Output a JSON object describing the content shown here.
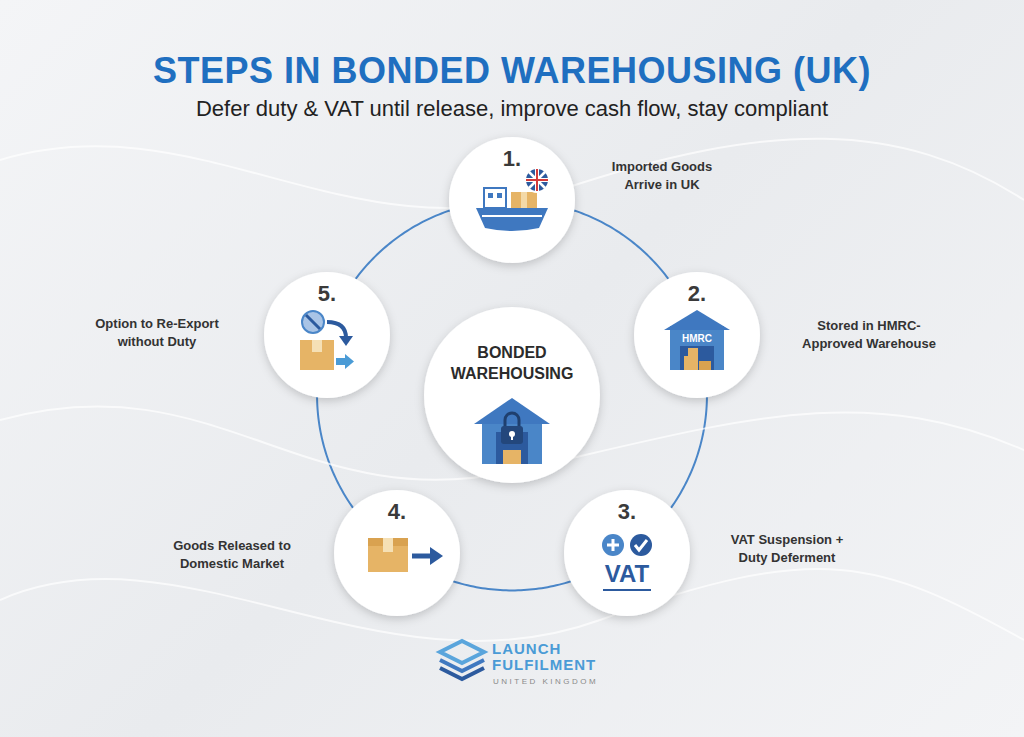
{
  "diagram": {
    "title": "STEPS IN BONDED WAREHOUSING (UK)",
    "nodes": [
      {
        "text": [
          "1.",
          "Imported Goods Arrive in UK"
        ]
      },
      {
        "text": [
          "2.",
          "Stored in HMRC- Approved Warehouse"
        ]
      },
      {
        "text": [
          "3.",
          "VAT Suspension + Duty Deferment"
        ]
      },
      {
        "text": [
          "4.",
          "Goods Released to Domestic Market"
        ]
      },
      {
        "text": [
          "5.",
          "Option to Re-Export without Duty"
        ]
      },
      {
        "text": [
          "BONDED WAREHOUSING"
        ]
      }
    ],
    "edges": [
      {
        "from": 0,
        "to": 1,
        "arrow": "none"
      },
      {
        "from": 1,
        "to": 2,
        "arrow": "none"
      },
      {
        "from": 2,
        "to": 3,
        "arrow": "none"
      },
      {
        "from": 3,
        "to": 4,
        "arrow": "none"
      },
      {
        "from": 4,
        "to": 0,
        "arrow": "none"
      }
    ],
    "labels": [
      "Defer duty & VAT until release, improve cash flow, stay compliant",
      "HMRC",
      "VAT",
      "LAUNCH FULFILMENT",
      "UNITED KINGDOM"
    ]
  }
}
